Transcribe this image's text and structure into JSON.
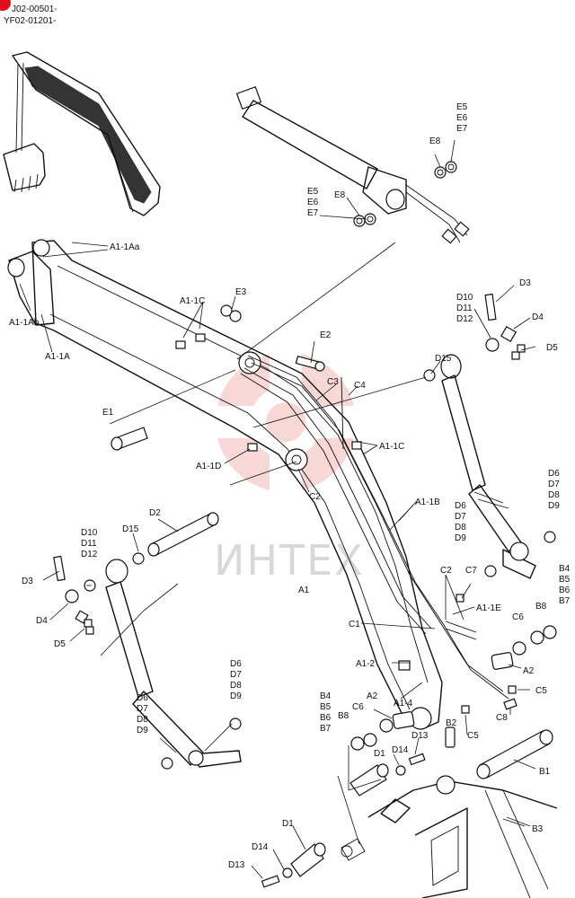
{
  "header": {
    "line1": "J02-00501-",
    "line2": "YF02-01201-",
    "corner_mark_color": "#e0101a"
  },
  "watermark": {
    "text": "ИНТЕХ",
    "logo_color": "#f4b8b8",
    "text_color": "#d8d8d8"
  },
  "callouts": {
    "A1_1Aa": "A1-1Aa",
    "A1_1Ab": "A1-1Ab",
    "A1_1A": "A1-1A",
    "A1_1C_left": "A1-1C",
    "A1_1C_right": "A1-1C",
    "A1_1D": "A1-1D",
    "A1_1B": "A1-1B",
    "A1_1E": "A1-1E",
    "A1_2": "A1-2",
    "A1_4": "A1-4",
    "A1": "A1",
    "A2_right": "A2",
    "A2_bottom": "A2",
    "B1": "B1",
    "B2": "B2",
    "B3": "B3",
    "B4_B7_right": [
      "B4",
      "B5",
      "B6",
      "B7"
    ],
    "B4_B7_bottom": [
      "B4",
      "B5",
      "B6",
      "B7"
    ],
    "B8_right": "B8",
    "B8_bottom": "B8",
    "C1": "C1",
    "C2_mid": "C2",
    "C2_right": "C2",
    "C3": "C3",
    "C4": "C4",
    "C5_right": "C5",
    "C5_bottom": "C5",
    "C6_right": "C6",
    "C6_bottom": "C6",
    "C7": "C7",
    "C8": "C8",
    "D1_mid": "D1",
    "D1_bottom": "D1",
    "D2": "D2",
    "D3_right": "D3",
    "D3_left": "D3",
    "D4_right": "D4",
    "D4_left": "D4",
    "D5_right": "D5",
    "D5_left": "D5",
    "D6_D9_right_top": [
      "D6",
      "D7",
      "D8",
      "D9"
    ],
    "D6_D9_right_mid": [
      "D6",
      "D7",
      "D8",
      "D9"
    ],
    "D6_D9_left_a": [
      "D6",
      "D7",
      "D8",
      "D9"
    ],
    "D6_D9_left_b": [
      "D6",
      "D7",
      "D8",
      "D9"
    ],
    "D10_D12_right": [
      "D10",
      "D11",
      "D12"
    ],
    "D10_D12_left": [
      "D10",
      "D11",
      "D12"
    ],
    "D13_mid": "D13",
    "D13_bottom": "D13",
    "D14_mid": "D14",
    "D14_bottom": "D14",
    "D15_right": "D15",
    "D15_left": "D15",
    "E1": "E1",
    "E2": "E2",
    "E3": "E3",
    "E5_E7_top": [
      "E5",
      "E6",
      "E7"
    ],
    "E5_E7_mid": [
      "E5",
      "E6",
      "E7"
    ],
    "E8_top": "E8",
    "E8_mid": "E8"
  }
}
